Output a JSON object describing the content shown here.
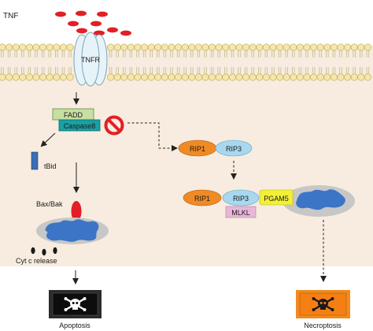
{
  "labels": {
    "tnf": "TNF",
    "tnfr": "TNFR",
    "fadd": "FADD",
    "caspase8": "Caspase8",
    "tbid": "tBid",
    "bax_bak": "Bax/Bak",
    "cyt_c": "Cyt c release",
    "rip1": "RIP1",
    "rip3": "RIP3",
    "pgam5": "PGAM5",
    "mlkl": "MLKL",
    "apoptosis": "Apoptosis",
    "necroptosis": "Necroptosis"
  },
  "colors": {
    "tnf_ligand": "#e31e26",
    "membrane_head": "#f6e7a8",
    "cytoplasm": "#f7ecdf",
    "receptor": "#e6f3f8",
    "fadd": "#c6dfa3",
    "caspase8": "#19a0a3",
    "tbid": "#3a6db5",
    "bax_bak": "#e31e26",
    "mitochondria": "#3c75c6",
    "mito_halo": "#c7c7c7",
    "rip1": "#f08a24",
    "rip3": "#a8d8ef",
    "pgam5": "#f2ef37",
    "mlkl": "#e8b7d8",
    "inhibitor": "#e31e26",
    "apoptosis_panel": "#2b2b2b",
    "necroptosis_panel": "#f28a1f"
  },
  "icons": {
    "inhibitor": "prohibition-sign-icon",
    "apoptosis": "skull-crossbones-icon",
    "necroptosis": "skull-crossbones-icon"
  }
}
